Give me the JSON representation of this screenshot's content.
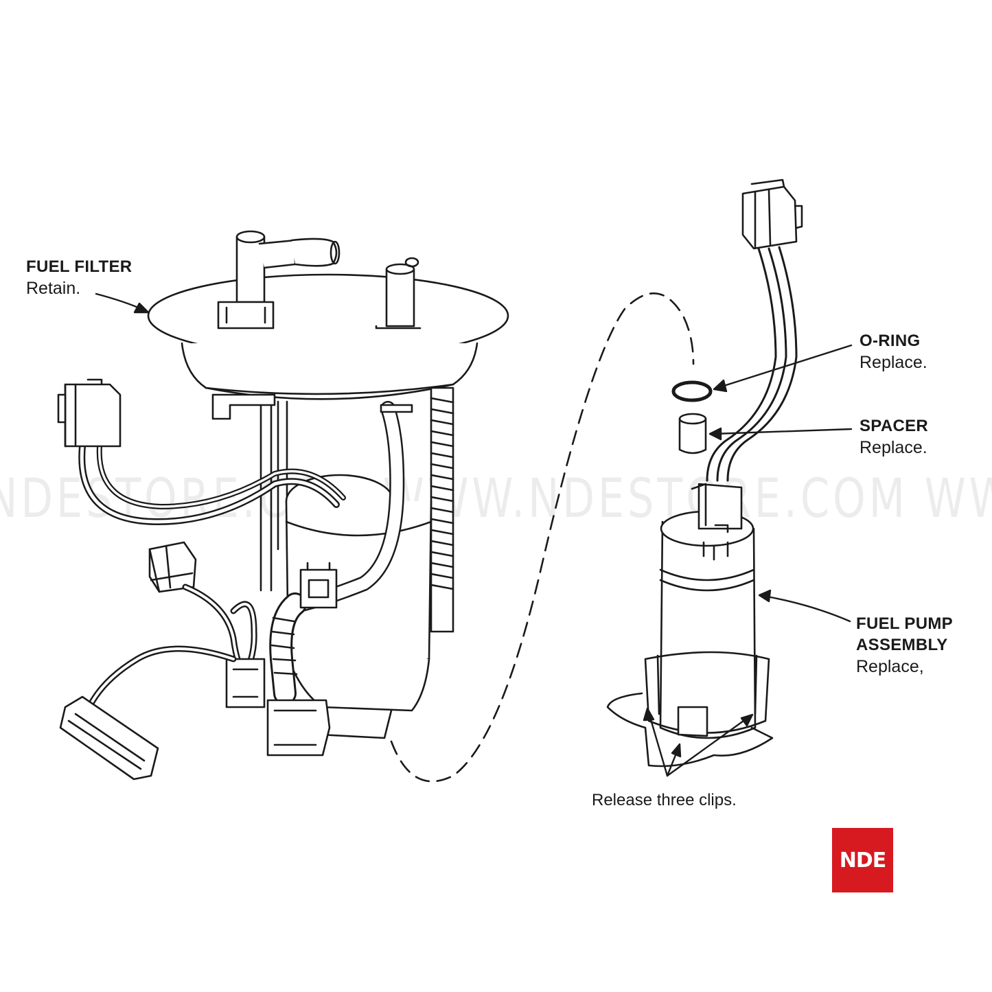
{
  "callouts": {
    "fuel_filter": {
      "name": "FUEL FILTER",
      "action": "Retain."
    },
    "o_ring": {
      "name": "O-RING",
      "action": "Replace."
    },
    "spacer": {
      "name": "SPACER",
      "action": "Replace."
    },
    "fuel_pump": {
      "name_line1": "FUEL PUMP",
      "name_line2": "ASSEMBLY",
      "action": "Replace,"
    }
  },
  "clips_label": "Release three clips.",
  "watermark": "NDESTORE.COM WWW.NDESTORE.COM WWW.NDESTORE.C",
  "logo": {
    "text": "NDE",
    "color": "#d71920"
  },
  "colors": {
    "line": "#1a1a1a",
    "background": "#ffffff"
  }
}
